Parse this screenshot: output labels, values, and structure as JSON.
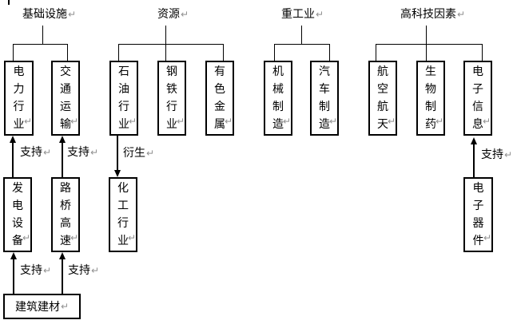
{
  "titles": {
    "infrastructure": "基础设施",
    "resources": "资源",
    "heavy_industry": "重工业",
    "high_tech": "高科技因素"
  },
  "boxes": {
    "power_industry": "电力行业",
    "transportation": "交通运输",
    "power_equipment": "发电设备",
    "road_bridge_highway": "路桥高速",
    "construction_materials": "建筑建材",
    "petroleum": "石油行业",
    "steel": "钢铁行业",
    "nonferrous_metals": "有色金属",
    "chemical": "化工行业",
    "machinery": "机械制造",
    "automobile": "汽车制造",
    "aerospace": "航空航天",
    "biopharma": "生物制药",
    "electronic_info": "电子信息",
    "electronic_devices": "电子器件"
  },
  "edge_labels": {
    "support": "支持",
    "derive": "衍生"
  },
  "marks": {
    "line_break": "↵"
  },
  "colors": {
    "line": "#000000",
    "text": "#000000",
    "break_mark": "#909090",
    "background": "#ffffff"
  }
}
